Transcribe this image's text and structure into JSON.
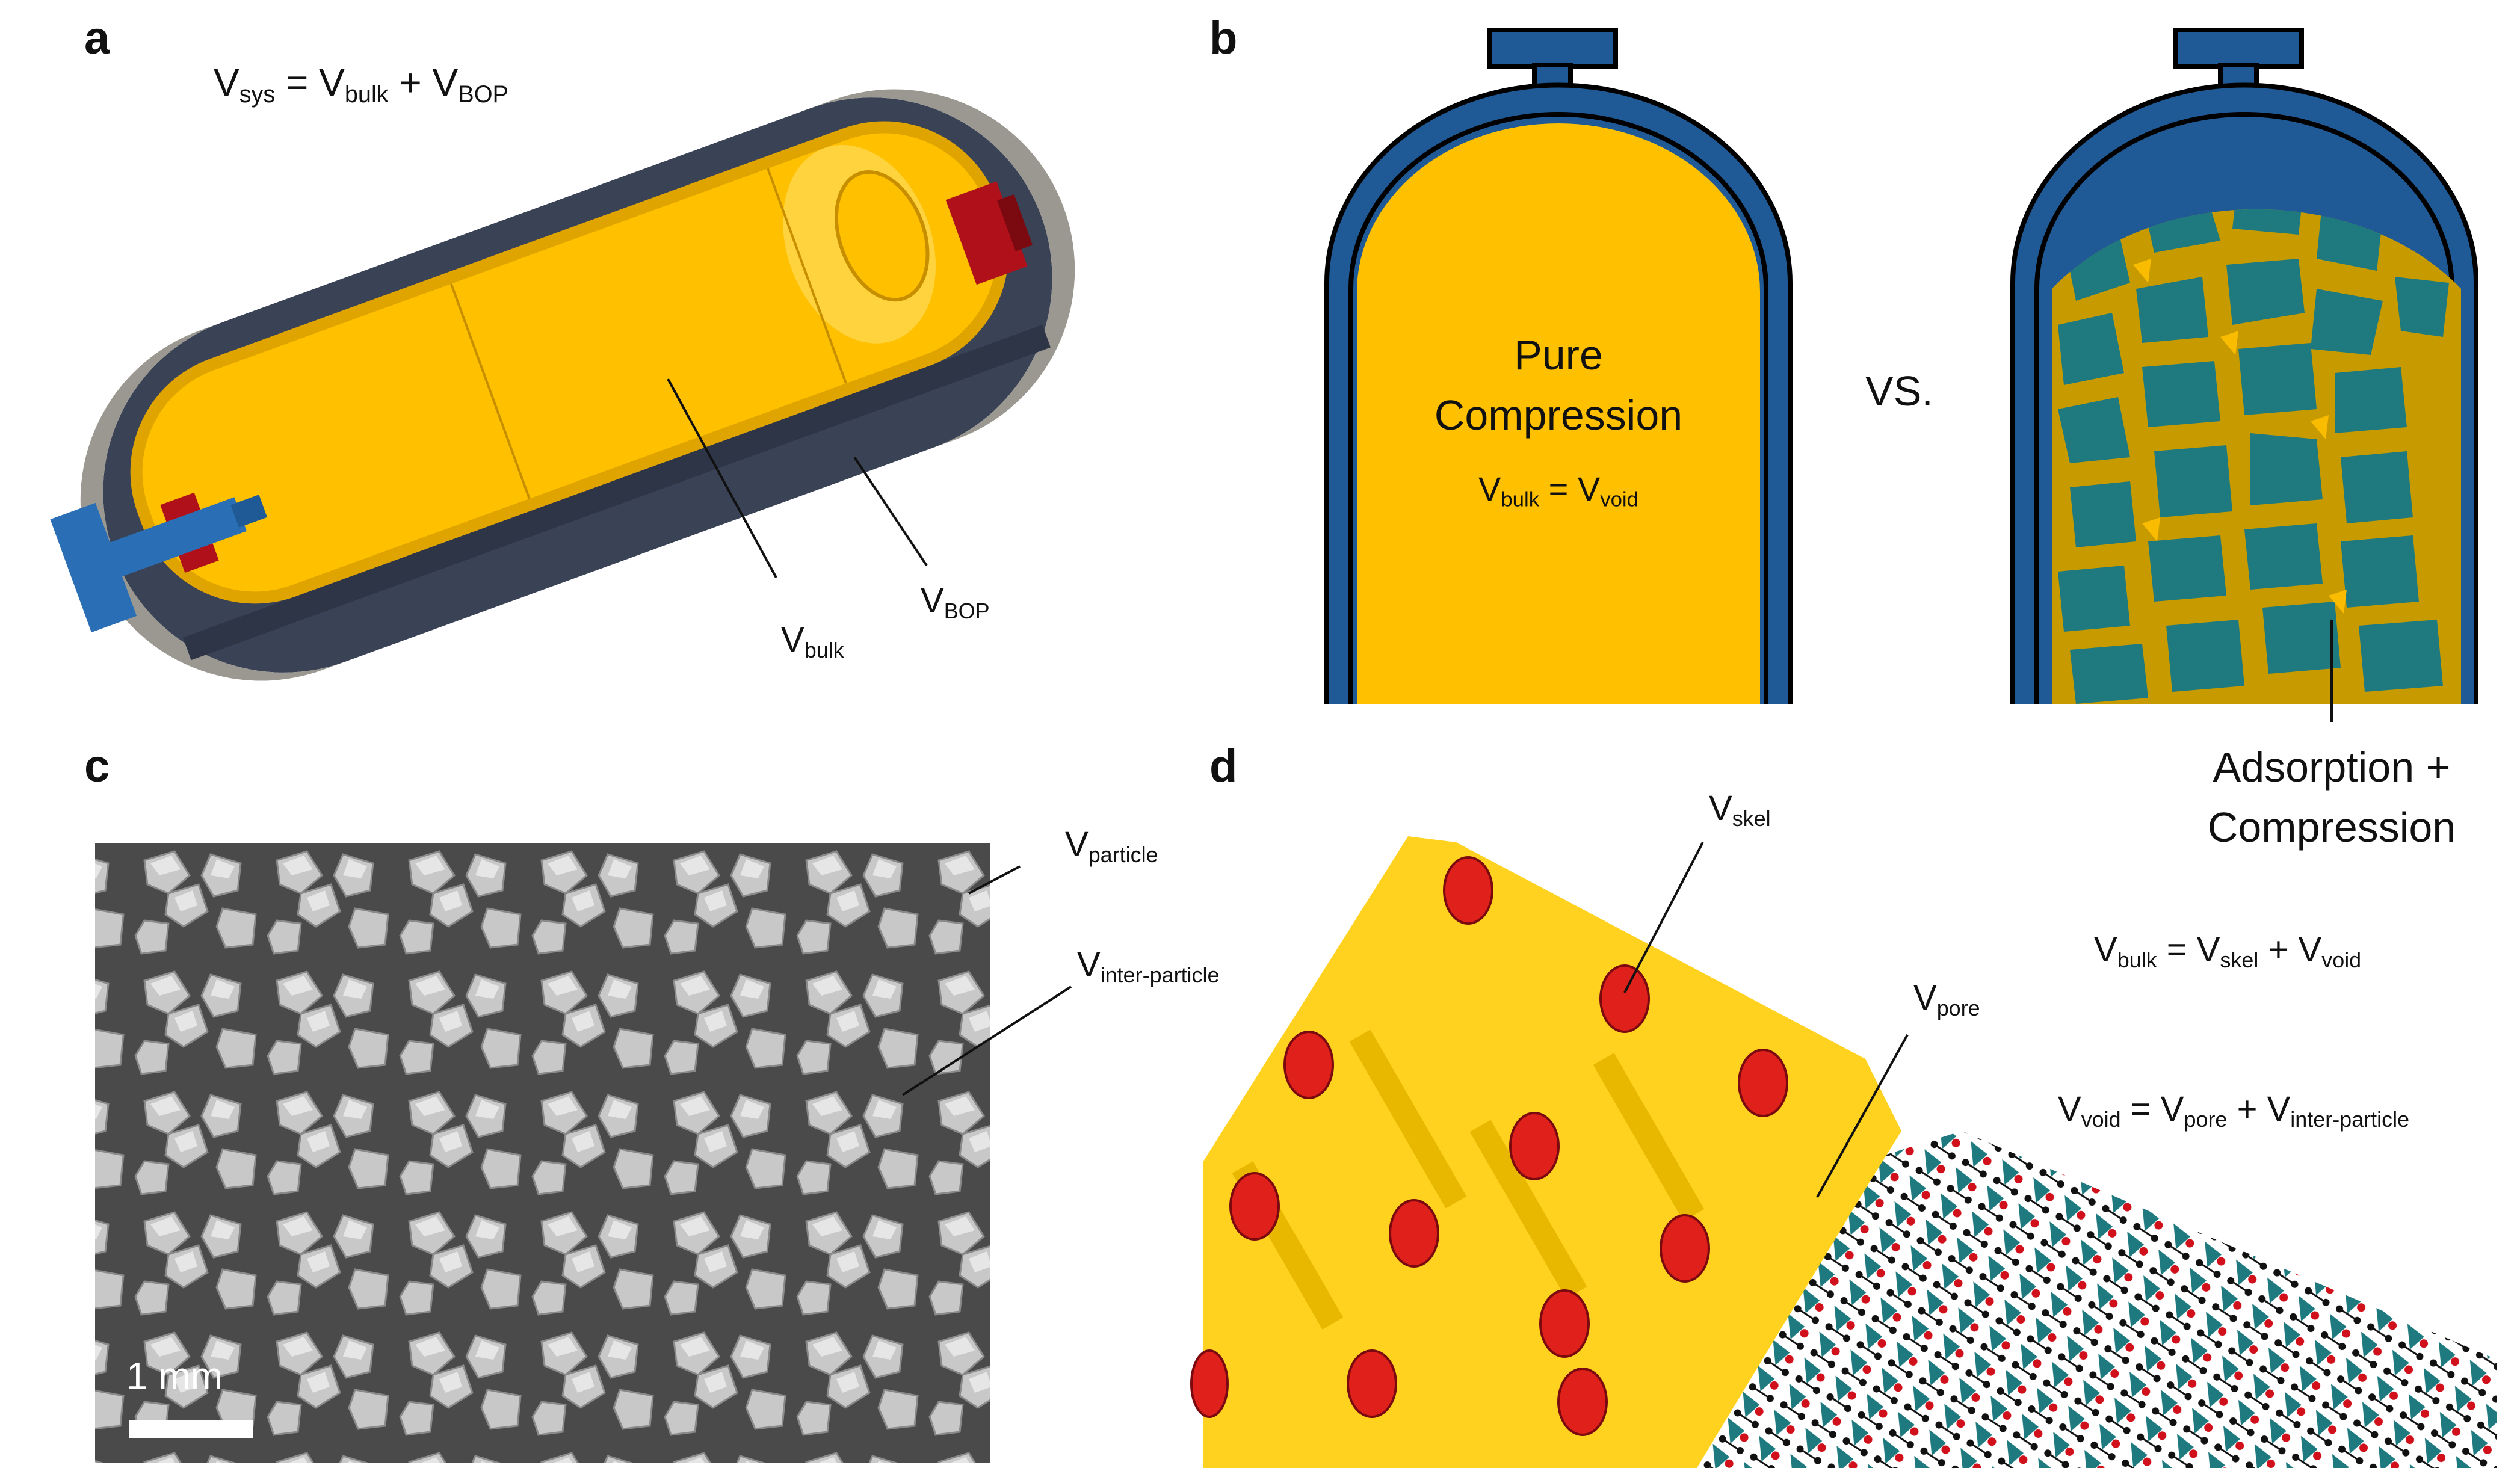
{
  "panels": {
    "a": {
      "label": "a",
      "equation": {
        "lhs": "V",
        "lhs_sub": "sys",
        "op1": "=",
        "t1": "V",
        "t1_sub": "bulk",
        "op2": "+",
        "t2": "V",
        "t2_sub": "BOP"
      },
      "callouts": [
        {
          "main": "V",
          "sub": "bulk"
        },
        {
          "main": "V",
          "sub": "BOP"
        }
      ]
    },
    "b": {
      "label": "b",
      "left_tank": {
        "line1": "Pure",
        "line2": "Compression",
        "eq_main": "V",
        "eq_sub": "bulk",
        "eq_op": "=",
        "eq_main2": "V",
        "eq_sub2": "void"
      },
      "vs": "VS.",
      "right_caption": {
        "line1": "Adsorption +",
        "line2": "Compression"
      }
    },
    "c": {
      "label": "c",
      "scale_bar": "1 mm",
      "callouts": [
        {
          "main": "V",
          "sub": "particle"
        },
        {
          "main": "V",
          "sub": "inter-particle"
        }
      ]
    },
    "d": {
      "label": "d",
      "callouts": [
        {
          "main": "V",
          "sub": "skel"
        },
        {
          "main": "V",
          "sub": "pore"
        }
      ],
      "eq1": {
        "lhs": "V",
        "lhs_sub": "bulk",
        "op1": "=",
        "t1": "V",
        "t1_sub": "skel",
        "op2": "+",
        "t2": "V",
        "t2_sub": "void"
      },
      "eq2": {
        "lhs": "V",
        "lhs_sub": "void",
        "op1": "=",
        "t1": "V",
        "t1_sub": "pore",
        "op2": "+",
        "t2": "V",
        "t2_sub": "inter-particle"
      }
    }
  },
  "colors": {
    "gold": "#FFC000",
    "tank_blue": "#1F5A96",
    "teal": "#1E7A7E",
    "shell_gray": "#3A4256",
    "cap_gray": "#9A9890",
    "valve_blue": "#2A6FB5",
    "red": "#B0101A"
  }
}
